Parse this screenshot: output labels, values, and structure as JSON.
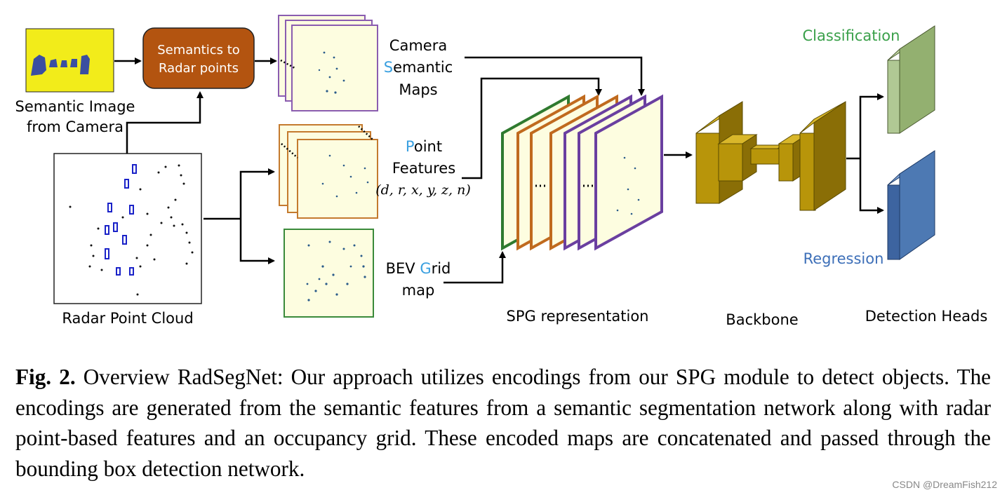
{
  "colors": {
    "semantic_box": "#b35410",
    "semantic_image_bg": "#f2ec1a",
    "semantic_blob": "#3b4fa0",
    "camera_map_border": "#8a5cb0",
    "point_feature_border": "#c47a2e",
    "bev_border": "#3a8a3a",
    "map_fill": "#fdfde0",
    "green_layer": "#2f7a2f",
    "orange_layer": "#c06a1e",
    "purple_layer": "#6a3fa0",
    "backbone": "#b8950a",
    "classification": "#93b070",
    "regression": "#4d79b3",
    "highlight_blue": "#3aa0e0",
    "classification_text": "#3aa04a",
    "regression_text": "#3d6fb8"
  },
  "labels": {
    "semantics_box_line1": "Semantics to",
    "semantics_box_line2": "Radar points",
    "semantic_image_line1": "Semantic Image",
    "semantic_image_line2": "from Camera",
    "radar_cloud": "Radar Point Cloud",
    "camera_line1": "Camera",
    "camera_line2_highlight": "S",
    "camera_line2_rest": "emantic",
    "camera_line3": "Maps",
    "point_line1_highlight": "P",
    "point_line1_rest": "oint",
    "point_line2": "Features",
    "point_math": "(d, r, x, y, z, n)",
    "bev_prefix": "BEV ",
    "bev_highlight": "G",
    "bev_rest": "rid",
    "bev_line2": "map",
    "spg": "SPG representation",
    "backbone": "Backbone",
    "classification": "Classification",
    "regression": "Regression",
    "detection_heads": "Detection Heads"
  },
  "caption": {
    "prefix": "Fig. 2.",
    "text": " Overview RadSegNet: Our approach utilizes encodings from our SPG module to detect objects. The encodings are generated from the semantic features from a semantic segmentation network along with radar point-based features and an occupancy grid. These encoded maps are concatenated and passed through the bounding box detection network."
  },
  "watermark": "CSDN @DreamFish212"
}
